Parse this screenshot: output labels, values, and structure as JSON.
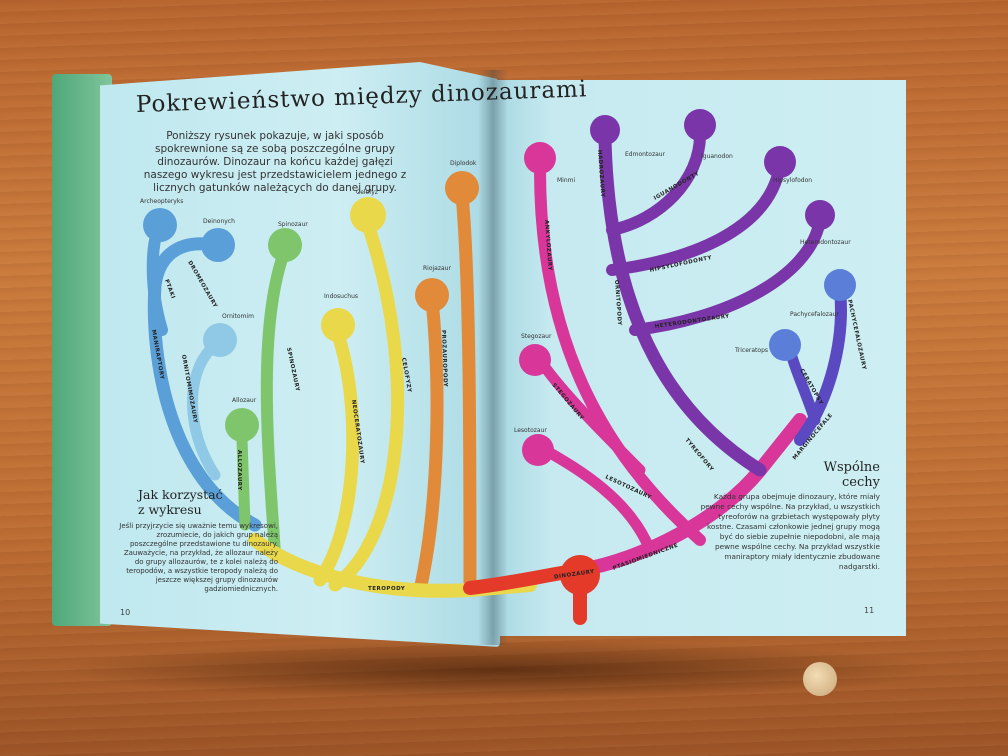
{
  "book": {
    "title": "Pokrewieństwo między dinozaurami",
    "intro": "Poniższy rysunek pokazuje, w jaki sposób spokrewnione są ze sobą poszczególne grupy dinozaurów. Dinozaur na końcu każdej gałęzi naszego wykresu jest przedstawicielem jednego z licznych gatunków należących do danej grupy.",
    "howto_title_1": "Jak korzystać",
    "howto_title_2": "z wykresu",
    "howto_body": "Jeśli przyjrzycie się uważnie temu wykresowi, zrozumiecie, do jakich grup należą poszczególne przedstawione tu dinozaury. Zauważycie, na przykład, że allozaur należy do grupy allozaurów, te z kolei należą do teropodów, a wszystkie teropody należą do jeszcze większej grupy dinozaurów gadziomiednicznych.",
    "common_title_1": "Wspólne",
    "common_title_2": "cechy",
    "common_body": "Każda grupa obejmuje dinozaury, które miały pewne cechy wspólne. Na przykład, u wszystkich tyreoforów na grzbietach występowały płyty kostne. Czasami członkowie jednej grupy mogą być do siebie zupełnie niepodobni, ale mają pewne wspólne cechy. Na przykład wszystkie maniraptory miały identycznie zbudowane nadgarstki.",
    "page_left": "10",
    "page_right": "11"
  },
  "species": {
    "archeopteryks": "Archeopteryks",
    "deinonych": "Deinonych",
    "ornitomim": "Ornitomim",
    "allozaur": "Allozaur",
    "spinozaur": "Spinozaur",
    "celofyz": "Celofyz",
    "indosuchus": "Indosuchus",
    "riojazaur": "Riojazaur",
    "diplodok": "Diplodok",
    "minmi": "Minmi",
    "edmontozaur": "Edmontozaur",
    "iguanodon": "Iguanodon",
    "hipsylofodon": "Hipsylofodon",
    "heterodontozaur": "Heterodontozaur",
    "pachycefalozaur": "Pachycefalozaur",
    "triceratops": "Triceratops",
    "stegozaur": "Stegozaur",
    "lesotozaur": "Lesotozaur"
  },
  "groups": {
    "ptaki": "PTAKI",
    "dromeozaury": "DROMEOZAURY",
    "maniraptory": "MANIRAPTORY",
    "ornitomimozaury": "ORNITOMIMOZAURY",
    "allozaury": "ALLOZAURY",
    "spinozaury": "SPINOZAURY",
    "neoceratozaury": "NEOCERATOZAURY",
    "celofyzy": "CELOFYZY",
    "prozauropody": "PROZAUROPODY",
    "teropody": "TEROPODY",
    "dinozaury": "DINOZAURY",
    "ptasiomiedniczne": "PTASIOMIEDNICZNE",
    "ankylozaury": "ANKYLOZAURY",
    "hadrozaury": "HADROZAURY",
    "iguanodonty": "IGUANODONTY",
    "ornitopody": "ORNITOPODY",
    "hipsylofodonty": "HIPSYLOFODONTY",
    "heterodontozaury": "HETERODONTOZAURY",
    "pachycefalozaury": "PACHYCEFALOZAURY",
    "ceratopsy": "CERATOPSY",
    "marginocefale": "MARGINOCEFALE",
    "stegozaury": "STEGOZAURY",
    "tyreofory": "TYREOFORY",
    "lesotozaury": "LESOTOZAURY"
  },
  "colors": {
    "theropods_blue": "#5b9fd8",
    "theropods_green": "#7ec56b",
    "theropods_yellow": "#e9d84a",
    "prosauropods_orange": "#e08a3a",
    "dinosaur_red": "#e33a2a",
    "thyreophora_pink": "#d9369a",
    "ornithopods_purple": "#7a36a8"
  }
}
